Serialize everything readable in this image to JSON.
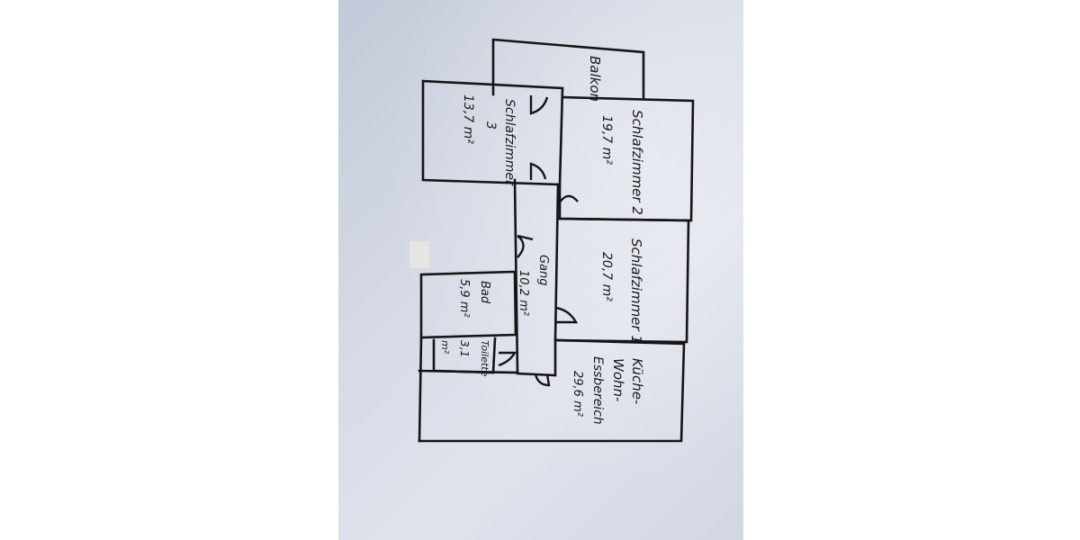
{
  "plan": {
    "rooms": [
      {
        "id": "balkon",
        "name": "Balkon",
        "area": ""
      },
      {
        "id": "schlafzimmer3",
        "name": "Schlafzimmer",
        "number": "3",
        "area": "13,7 m²"
      },
      {
        "id": "schlafzimmer2",
        "name": "Schlafzimmer 2",
        "area": "19,7 m²"
      },
      {
        "id": "schlafzimmer1",
        "name": "Schlafzimmer 1",
        "area": "20,7 m²"
      },
      {
        "id": "gang",
        "name": "Gang",
        "area": "10,2 m²"
      },
      {
        "id": "bad",
        "name": "Bad",
        "area": "5,9 m²"
      },
      {
        "id": "toilette",
        "name": "Toilette",
        "area_value": "3,1",
        "area_unit": "m²"
      },
      {
        "id": "kueche",
        "name_lines": [
          "Küche-",
          "Wohn-",
          "Essbereich"
        ],
        "area": "29,6 m²"
      }
    ],
    "colors": {
      "ink": "#151515",
      "paper": "#d6dbe6"
    }
  }
}
